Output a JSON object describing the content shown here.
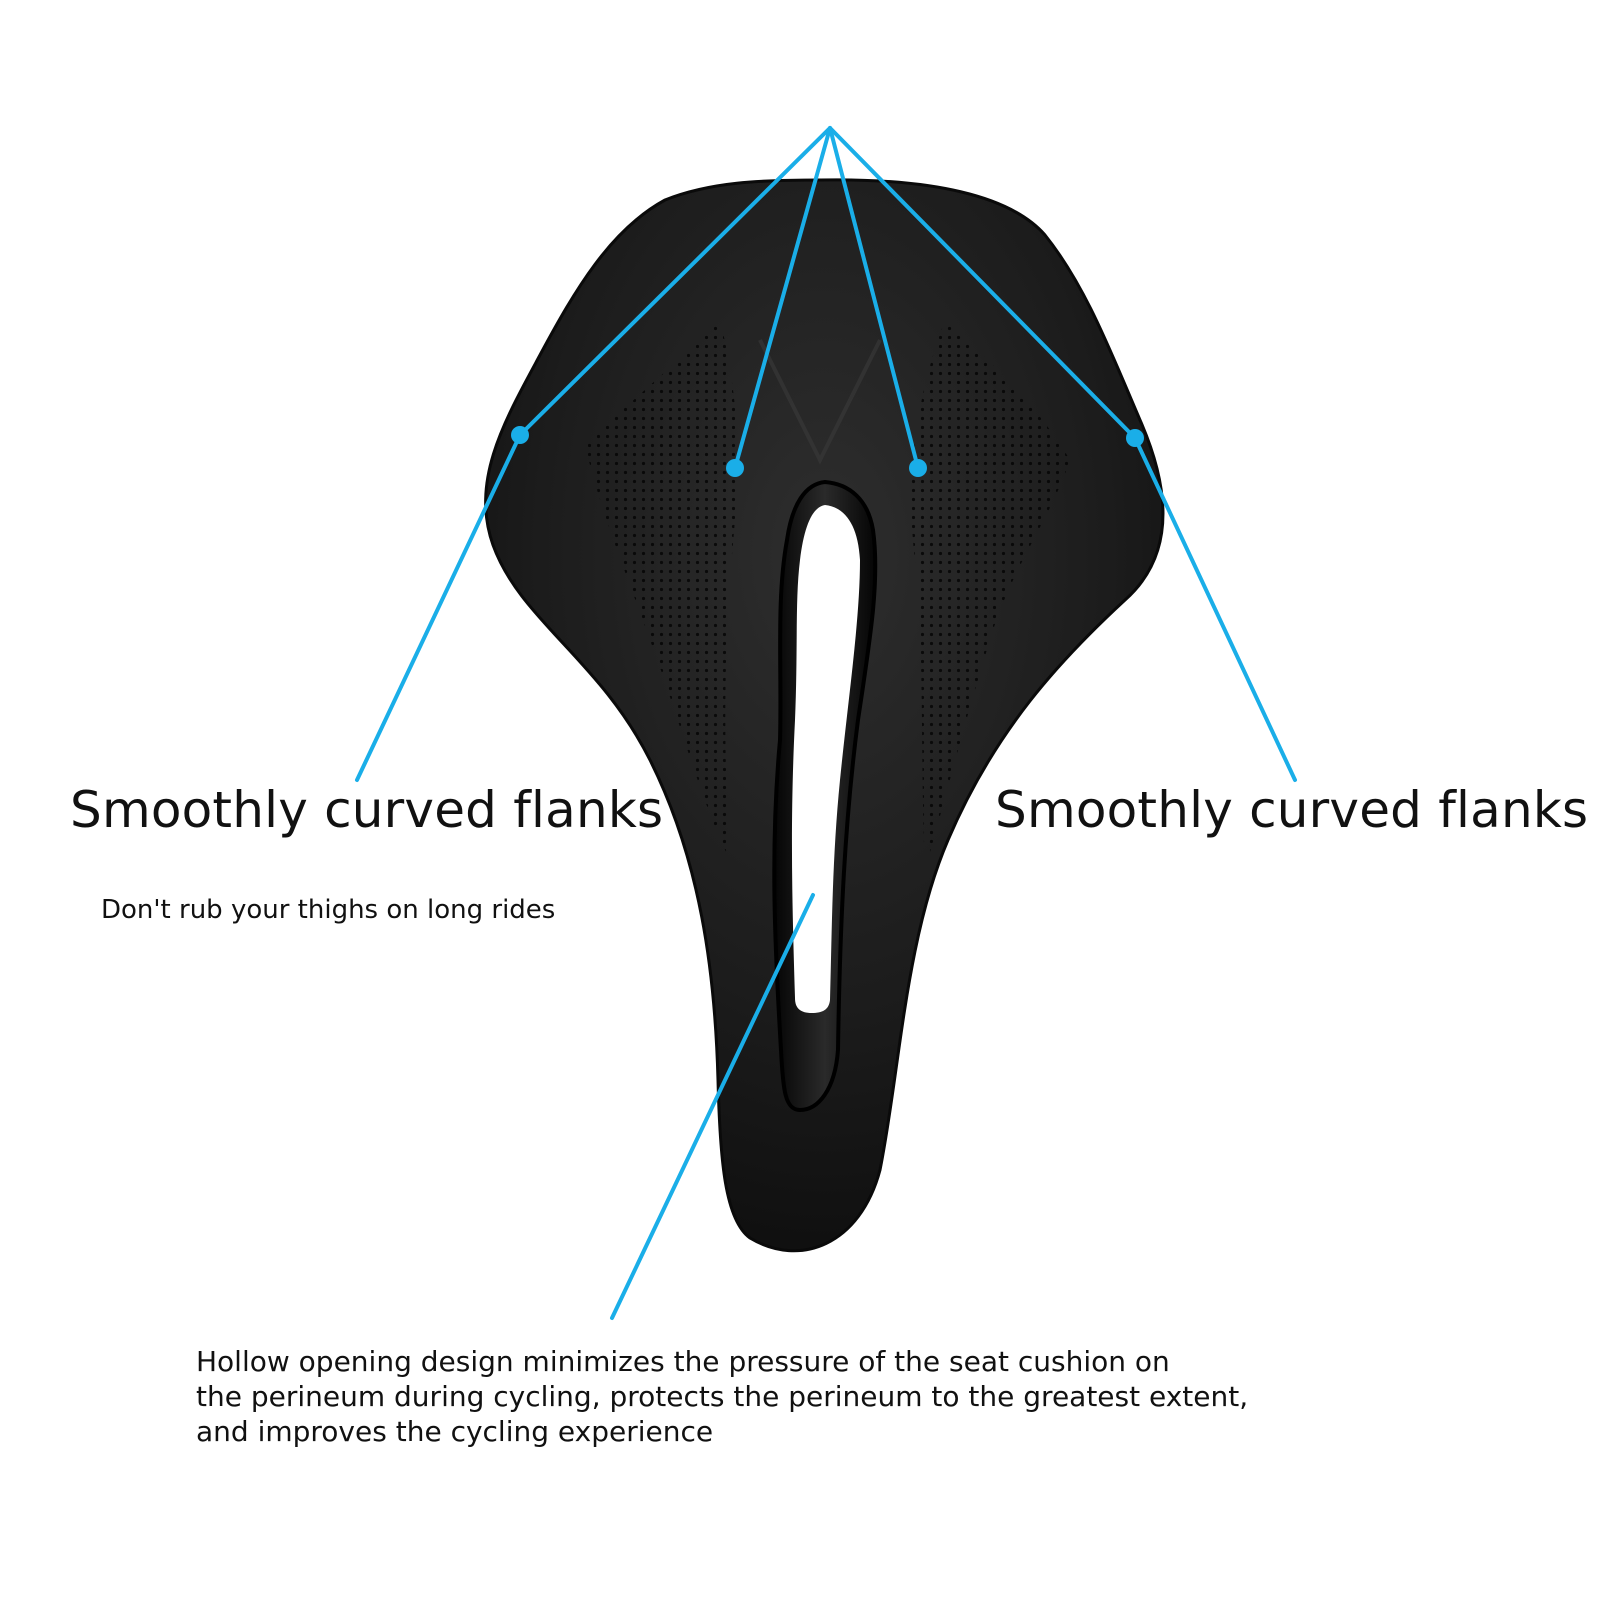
{
  "colors": {
    "background": "#ffffff",
    "callout_line": "#1aaee8",
    "saddle": "#1b1b1b",
    "text": "#111111"
  },
  "callouts": {
    "left_flank": {
      "title": "Smoothly curved flanks",
      "subtitle": "Don't rub your thighs on long rides"
    },
    "right_flank": {
      "title": "Smoothly curved flanks"
    },
    "cutout": {
      "lines": [
        "Hollow opening design minimizes the pressure of the seat cushion on",
        "the perineum during cycling, protects the perineum to the greatest extent,",
        "and improves the cycling experience"
      ]
    }
  }
}
